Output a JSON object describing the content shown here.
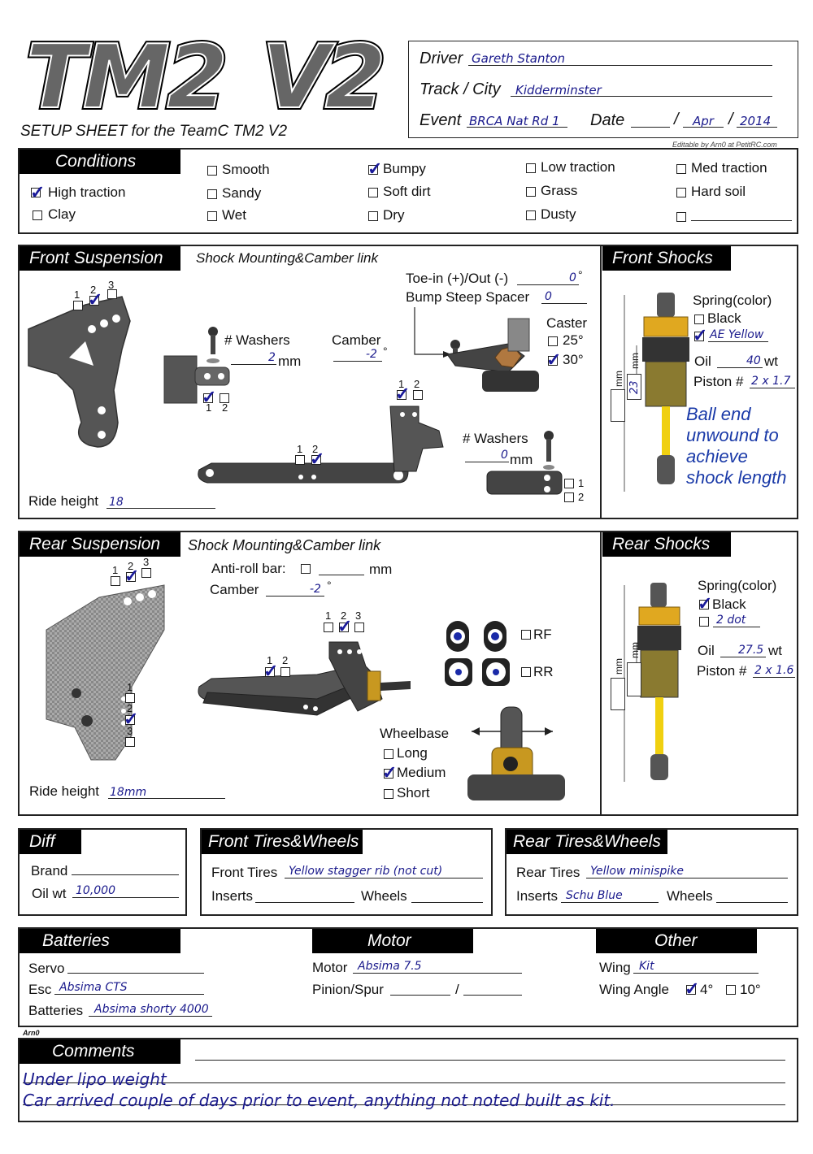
{
  "header": {
    "logo": "TM2  V2",
    "subtitle": "SETUP SHEET for the TeamC TM2 V2",
    "driver_label": "Driver",
    "driver": "Gareth Stanton",
    "track_label": "Track / City",
    "track": "Kidderminster",
    "event_label": "Event",
    "event": "BRCA Nat Rd 1",
    "date_label": "Date",
    "date_month": "Apr",
    "date_year": "2014",
    "editable_note": "Editable by Arn0 at PetitRC.com"
  },
  "conditions": {
    "title": "Conditions",
    "items": [
      {
        "label": "High traction",
        "checked": true
      },
      {
        "label": "Clay",
        "checked": false
      },
      {
        "label": "Smooth",
        "checked": false
      },
      {
        "label": "Sandy",
        "checked": false
      },
      {
        "label": "Wet",
        "checked": false
      },
      {
        "label": "Bumpy",
        "checked": true
      },
      {
        "label": "Soft dirt",
        "checked": false
      },
      {
        "label": "Dry",
        "checked": false
      },
      {
        "label": "Low traction",
        "checked": false
      },
      {
        "label": "Grass",
        "checked": false
      },
      {
        "label": "Dusty",
        "checked": false
      },
      {
        "label": "Med traction",
        "checked": false
      },
      {
        "label": "Hard soil",
        "checked": false
      }
    ]
  },
  "front_suspension": {
    "title": "Front Suspension",
    "subtitle": "Shock Mounting&Camber link",
    "toe_label": "Toe-in (+)/Out (-)",
    "toe_value": "0",
    "bump_label": "Bump Steep Spacer",
    "bump_value": "0",
    "caster_label": "Caster",
    "caster_25": "25°",
    "caster_30": "30°",
    "washers_label": "# Washers",
    "washers_value": "2",
    "washers_unit": "mm",
    "camber_label": "Camber",
    "camber_value": "-2",
    "washers2_label": "# Washers",
    "washers2_value": "0",
    "washers2_unit": "mm",
    "ride_height_label": "Ride height",
    "ride_height": "18",
    "n1": "1",
    "n2": "2",
    "n3": "3"
  },
  "front_shocks": {
    "title": "Front Shocks",
    "spring_label": "Spring(color)",
    "black_label": "Black",
    "spring_value": "AE Yellow",
    "oil_label": "Oil",
    "oil_value": "40",
    "oil_unit": "wt",
    "piston_label": "Piston #",
    "piston_value": "2 x 1.7",
    "mm": "mm",
    "length_value": "23",
    "note": [
      "Ball end",
      "unwound to",
      "achieve",
      "shock length"
    ]
  },
  "rear_suspension": {
    "title": "Rear Suspension",
    "subtitle": "Shock Mounting&Camber link",
    "antiroll_label": "Anti-roll bar:",
    "antiroll_unit": "mm",
    "camber_label": "Camber",
    "camber_value": "-2",
    "rf_label": "RF",
    "rr_label": "RR",
    "wheelbase_label": "Wheelbase",
    "wb_long": "Long",
    "wb_medium": "Medium",
    "wb_short": "Short",
    "ride_height_label": "Ride height",
    "ride_height": "18mm"
  },
  "rear_shocks": {
    "title": "Rear Shocks",
    "spring_label": "Spring(color)",
    "black_label": "Black",
    "spring_value": "2 dot",
    "oil_label": "Oil",
    "oil_value": "27.5",
    "oil_unit": "wt",
    "piston_label": "Piston #",
    "piston_value": "2 x 1.6",
    "mm": "mm"
  },
  "diff": {
    "title": "Diff",
    "brand_label": "Brand",
    "oil_label": "Oil wt",
    "oil_value": "10,000"
  },
  "front_tires": {
    "title": "Front Tires&Wheels",
    "tires_label": "Front Tires",
    "tires_value": "Yellow stagger rib (not cut)",
    "inserts_label": "Inserts",
    "wheels_label": "Wheels"
  },
  "rear_tires": {
    "title": "Rear Tires&Wheels",
    "tires_label": "Rear Tires",
    "tires_value": "Yellow minispike",
    "inserts_label": "Inserts",
    "inserts_value": "Schu Blue",
    "wheels_label": "Wheels"
  },
  "batteries": {
    "title": "Batteries",
    "servo_label": "Servo",
    "esc_label": "Esc",
    "esc_value": "Absima CTS",
    "batteries_label": "Batteries",
    "batteries_value": "Absima shorty 4000"
  },
  "motor": {
    "title": "Motor",
    "motor_label": "Motor",
    "motor_value": "Absima 7.5",
    "pinion_label": "Pinion/Spur",
    "slash": "/"
  },
  "other": {
    "title": "Other",
    "wing_label": "Wing",
    "wing_value": "Kit",
    "angle_label": "Wing Angle",
    "angle_4": "4°",
    "angle_10": "10°"
  },
  "signature": "Arn0",
  "comments": {
    "title": "Comments",
    "line1": "Under lipo weight",
    "line2": "Car arrived couple of days prior to event, anything not noted built as kit."
  },
  "colors": {
    "ink": "#1a1a8c",
    "header_bg": "#000000",
    "spring_yellow": "#e8c21a"
  }
}
